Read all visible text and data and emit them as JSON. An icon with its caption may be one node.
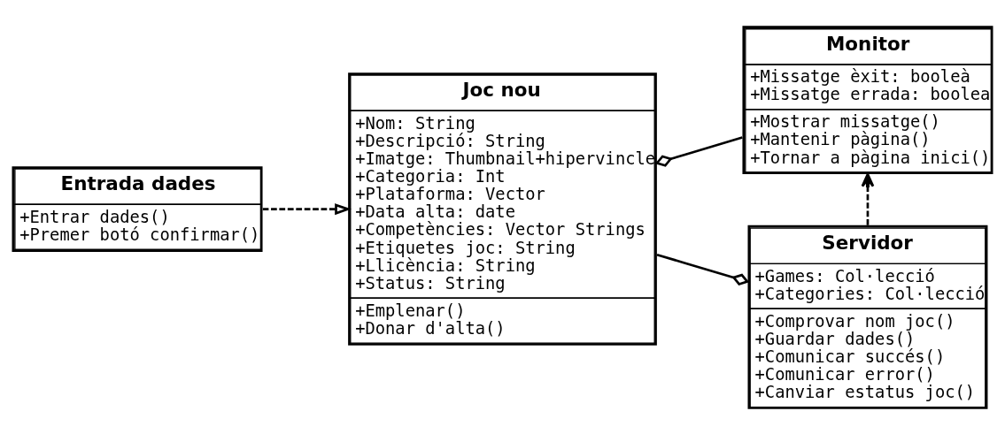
{
  "diagram": {
    "nodes": [
      {
        "text": [
          "Entrada dades",
          "+Entrar dades() +Premer botó confirmar()"
        ]
      },
      {
        "text": [
          "Joc nou",
          "+Nom: String +Descripció: String +Imatge: Thumbnail+hipervincle +Categoria: Int +Plataforma: Vector +Data alta: date +Competències: Vector Strings +Etiquetes joc: String +Llicència: String +Status: String",
          "+Emplenar() +Donar d'alta()"
        ]
      },
      {
        "text": [
          "Monitor",
          "+Missatge èxit: booleà +Missatge errada: boolea",
          "+Mostrar missatge() +Mantenir pàgina() +Tornar a pàgina inici()"
        ]
      },
      {
        "text": [
          "Servidor",
          "+Games: Col·lecció +Categories: Col·lecció",
          "+Comprovar nom joc() +Guardar dades() +Comunicar succés() +Comunicar error() +Canviar estatus joc()"
        ]
      }
    ],
    "edges": [
      {
        "from": 0,
        "to": 1,
        "arrow": "to",
        "style": "dashed"
      },
      {
        "from": 1,
        "to": 2,
        "arrow": "other"
      },
      {
        "from": 1,
        "to": 3,
        "arrow": "other"
      },
      {
        "from": 3,
        "to": 2,
        "arrow": "to",
        "style": "dashed"
      }
    ]
  }
}
